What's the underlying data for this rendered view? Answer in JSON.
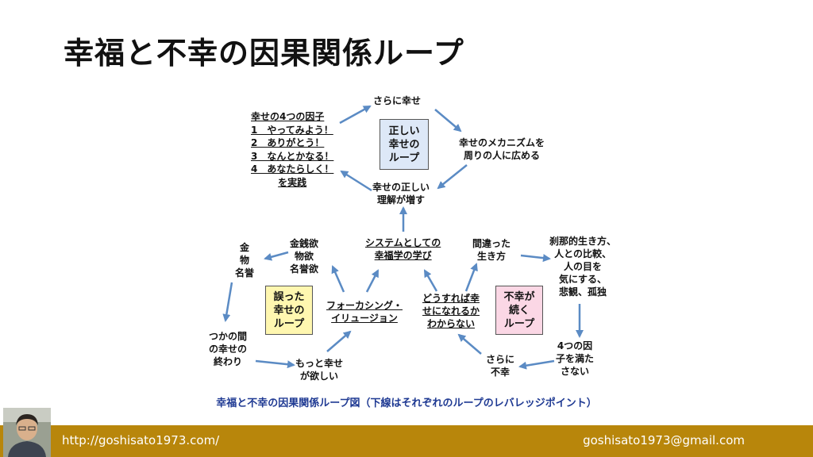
{
  "title": "幸福と不幸の因果関係ループ",
  "caption": "幸福と不幸の因果関係ループ図（下線はそれぞれのループのレバレッジポイント）",
  "colors": {
    "arrow": "#5b8bc4",
    "correct_box": "#dde8f7",
    "wrong_box": "#fff7b0",
    "unhappy_box": "#fbd7e5",
    "footer": "#b8860b"
  },
  "factors": {
    "lines": [
      "幸せの4つの因子",
      "1　やってみよう！",
      "2　ありがとう！",
      "3　なんとかなる！",
      "4　あなたらしく！",
      "を実践"
    ]
  },
  "top_loop": {
    "box": [
      "正しい",
      "幸せの",
      "ループ"
    ],
    "top": "さらに幸せ",
    "right": [
      "幸せのメカニズムを",
      "周りの人に広める"
    ],
    "bottom": [
      "幸せの正しい",
      "理解が増す"
    ]
  },
  "center": [
    "システムとしての",
    "幸福学の学び"
  ],
  "wrong_loop": {
    "box": [
      "誤った",
      "幸せの",
      "ループ"
    ],
    "desire": [
      "金銭欲",
      "物欲",
      "名誉欲"
    ],
    "gold": [
      "金",
      "物",
      "名誉"
    ],
    "fleeting": [
      "つかの間",
      "の幸せの",
      "終わり"
    ],
    "more": [
      "もっと幸せ",
      "が欲しい"
    ],
    "focus": [
      "フォーカシング・",
      "イリュージョン"
    ]
  },
  "unhappy_loop": {
    "box": [
      "不幸が",
      "続く",
      "ループ"
    ],
    "how": [
      "どうすれば幸",
      "せになれるか",
      "わからない"
    ],
    "wrong": [
      "間違った",
      "生き方"
    ],
    "lifestyle": [
      "刹那的生き方、",
      "人との比較、",
      "人の目を",
      "気にする、",
      "悲観、孤独"
    ],
    "unfulfilled": [
      "4つの因",
      "子を満た",
      "さない"
    ],
    "more_unhappy": [
      "さらに",
      "不幸"
    ]
  },
  "footer": {
    "url": "http://goshisato1973.com/",
    "email": "goshisato1973@gmail.com"
  }
}
